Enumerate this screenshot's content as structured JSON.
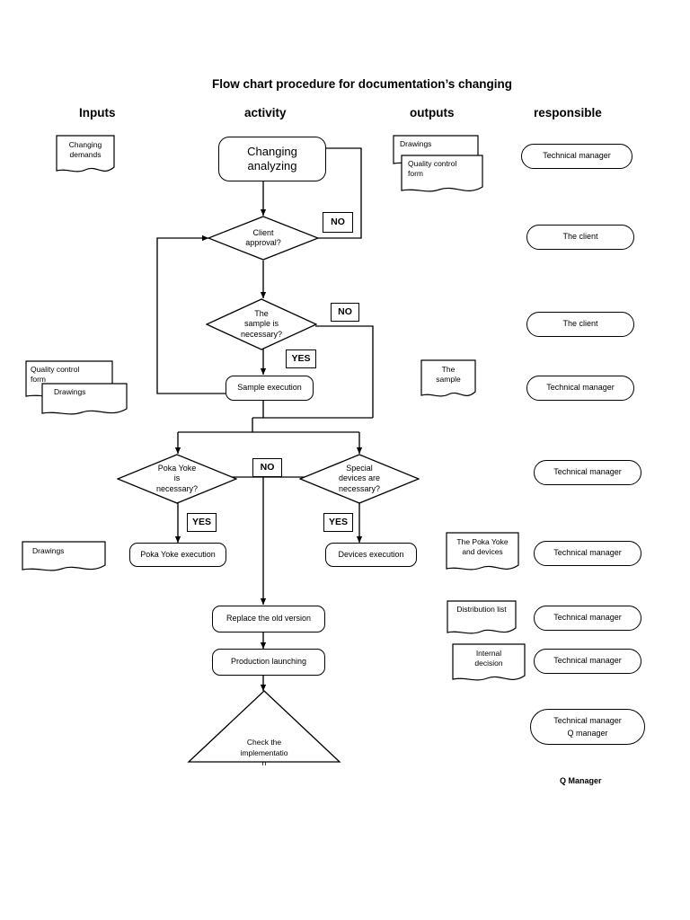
{
  "title": "Flow chart procedure for documentation’s changing",
  "columns": [
    {
      "label": "Inputs"
    },
    {
      "label": "activity"
    },
    {
      "label": "outputs"
    },
    {
      "label": "responsible"
    }
  ],
  "inputs": [
    {
      "id": "changing-demands",
      "label": "Changing\ndemands"
    },
    {
      "id": "quality-control-form-left",
      "label": "Quality control\nform"
    },
    {
      "id": "drawings-left",
      "label": "Drawings"
    },
    {
      "id": "drawings-bottom-left",
      "label": "Drawings"
    }
  ],
  "activities": [
    {
      "id": "changing-analyzing",
      "label": "Changing\nanalyzing",
      "shape": "rounded-rect"
    },
    {
      "id": "client-approval",
      "label": "Client\napproval?",
      "shape": "diamond"
    },
    {
      "id": "sample-necessary",
      "label": "The\nsample is\nnecessary?",
      "shape": "diamond"
    },
    {
      "id": "sample-execution",
      "label": "Sample execution",
      "shape": "rounded-rect"
    },
    {
      "id": "poka-yoke-necessary",
      "label": "Poka Yoke\nis\nnecessary?",
      "shape": "diamond"
    },
    {
      "id": "special-devices-necessary",
      "label": "Special\ndevices are\nnecessary?",
      "shape": "diamond"
    },
    {
      "id": "poka-yoke-execution",
      "label": "Poka Yoke execution",
      "shape": "rounded-rect"
    },
    {
      "id": "devices-execution",
      "label": "Devices execution",
      "shape": "rounded-rect"
    },
    {
      "id": "replace-old-version",
      "label": "Replace the old version",
      "shape": "rounded-rect"
    },
    {
      "id": "production-launching",
      "label": "Production launching",
      "shape": "rounded-rect"
    },
    {
      "id": "check-implementation",
      "label": "Check the\nimplementatio\nn",
      "shape": "triangle"
    }
  ],
  "branch_labels": {
    "client_approval_no": "NO",
    "sample_no": "NO",
    "sample_yes": "YES",
    "center_no": "NO",
    "poka_yoke_yes": "YES",
    "devices_yes": "YES"
  },
  "outputs": [
    {
      "id": "drawings-top",
      "label": "Drawings"
    },
    {
      "id": "quality-control-form-top",
      "label": "Quality control\nform"
    },
    {
      "id": "the-sample",
      "label": "The\nsample"
    },
    {
      "id": "poka-yoke-and-devices",
      "label": "The Poka Yoke\nand devices"
    },
    {
      "id": "distribution-list",
      "label": "Distribution list"
    },
    {
      "id": "internal-decision",
      "label": "Internal\ndecision"
    }
  ],
  "responsible": [
    {
      "id": "resp-1",
      "label": "Technical manager"
    },
    {
      "id": "resp-2",
      "label": "The client"
    },
    {
      "id": "resp-3",
      "label": "The client"
    },
    {
      "id": "resp-4",
      "label": "Technical manager"
    },
    {
      "id": "resp-5",
      "label": "Technical manager"
    },
    {
      "id": "resp-6",
      "label": "Technical manager"
    },
    {
      "id": "resp-7",
      "label": "Technical manager"
    },
    {
      "id": "resp-8",
      "label": "Technical manager"
    },
    {
      "id": "resp-9",
      "label": "Technical manager\nQ manager"
    }
  ],
  "footer": {
    "label": "Q Manager"
  },
  "colors": {
    "stroke": "#000000",
    "background": "#ffffff",
    "text": "#000000"
  }
}
